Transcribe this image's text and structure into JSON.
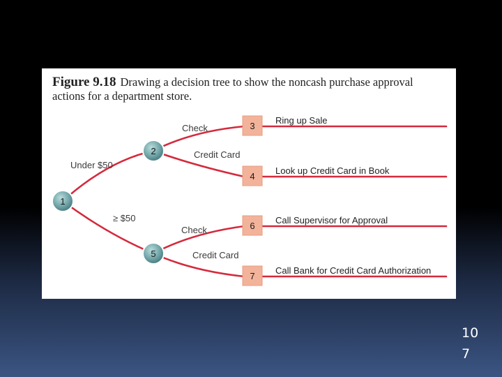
{
  "figure": {
    "number": "Figure 9.18",
    "caption": "Drawing a decision tree to show the noncash purchase approval actions for a department store."
  },
  "tree": {
    "nodes": {
      "n1": "1",
      "n2": "2",
      "n5": "5",
      "a3": "3",
      "a4": "4",
      "a6": "6",
      "a7": "7"
    },
    "conditions": {
      "under_50": "Under $50",
      "over_50": "≥ $50",
      "check_top": "Check",
      "credit_top": "Credit Card",
      "check_bottom": "Check",
      "credit_bottom": "Credit Card"
    },
    "actions": {
      "a3": "Ring up Sale",
      "a4": "Look up Credit Card in Book",
      "a6": "Call Supervisor for Approval",
      "a7": "Call Bank for Credit Card Authorization"
    }
  },
  "colors": {
    "branch": "#d42a3c",
    "node_fill": "#6fa3a6",
    "action_box": "#f2b39a"
  },
  "slide": {
    "page_number_line1": "10",
    "page_number_line2": "7"
  }
}
